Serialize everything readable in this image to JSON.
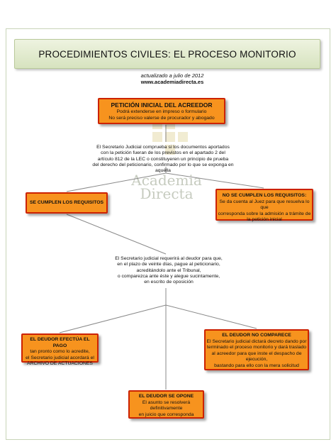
{
  "title": "PROCEDIMIENTOS CIVILES: EL PROCESO MONITORIO",
  "update": {
    "date": "actualizado a julio de 2012",
    "url": "www.academiadirecta.es"
  },
  "watermark": {
    "line1": "Academia",
    "line2": "Directa"
  },
  "peticion": {
    "heading": "PETICIÓN INICIAL DEL ACREEDOR",
    "line1": "Podrá extenderse en impreso o formulario",
    "line2": "No será preciso valerse de procurador y abogado"
  },
  "secretario_revision": {
    "line1": "El Secretario Judicial comprueba si los documentos aportados",
    "line2": "con la petición fueran de los previstos en el apartado 2 del",
    "line3": "artículo 812 de la LEC o constituyeren un principio de prueba",
    "line4": "del derecho del peticionario, confirmado por lo que se exponga en aquélla"
  },
  "se_cumplen": {
    "heading": "SE CUMPLEN LOS REQUISITOS"
  },
  "no_se_cumplen": {
    "heading": "NO SE CUMPLEN LOS REQUISITOS:",
    "line1": "Se da cuenta al Juez para que resuelva lo que",
    "line2": "corresponda sobre la admisión a trámite de",
    "line3": "la petición inicial"
  },
  "requerimiento": {
    "line1": "El Secretario judicial requerirá al deudor para que,",
    "line2": "en el plazo de veinte días, pague al peticionario,",
    "line3": "acreditándolo ante el Tribunal,",
    "line4": "o comparezca ante éste y alegue sucintamente,",
    "line5": "en escrito de oposición"
  },
  "deudor_paga": {
    "heading": "EL DEUDOR EFECTÚA EL PAGO",
    "line1": "tan pronto como lo acredite,",
    "line2": "el Secretario judicial acordará el",
    "line3": "ARCHIVO DE ACTUACIONES"
  },
  "deudor_no_comparece": {
    "heading": "EL DEUDOR NO COMPARECE",
    "line1": "El Secretario judicial dictará decreto dando por",
    "line2": "terminado el proceso monitorio y dará traslado",
    "line3": "al acreedor para que inste el despacho de ejecución,",
    "line4": "bastando para ello con la mera solicitud"
  },
  "deudor_se_opone": {
    "heading": "EL DEUDOR SE OPONE",
    "line1": "El asunto se resolverá definitivamente",
    "line2": "en juicio que corresponda"
  },
  "colors": {
    "box_fill": "#f7931e",
    "box_border": "#cc2200",
    "banner_fill": "#d7e3bf",
    "connector": "#8a8a8a"
  }
}
